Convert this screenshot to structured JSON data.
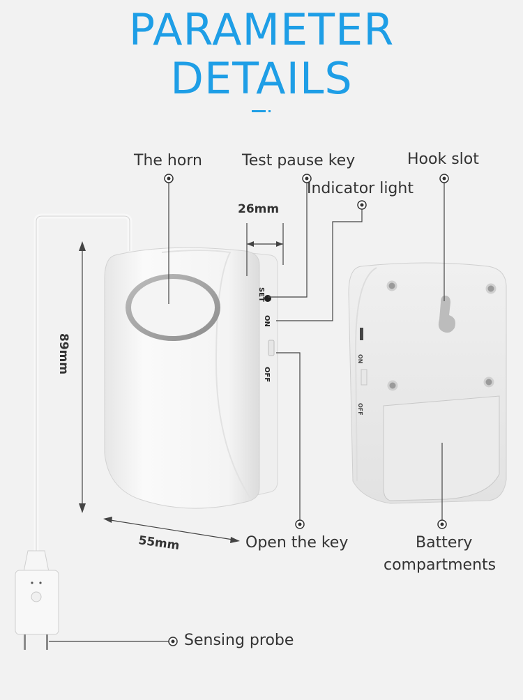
{
  "title": {
    "line1": "PARAMETER",
    "line2": "DETAILS"
  },
  "labels": {
    "horn": "The horn",
    "test_pause_key": "Test pause key",
    "hook_slot": "Hook slot",
    "indicator_light": "Indicator light",
    "open_key": "Open the key",
    "battery_line1": "Battery",
    "battery_line2": "compartments",
    "sensing_probe": "Sensing probe"
  },
  "dimensions": {
    "depth": "26mm",
    "height": "89mm",
    "width": "55mm"
  },
  "device_marks": {
    "set": "SET",
    "on": "ON",
    "off": "OFF"
  },
  "colors": {
    "accent": "#1e9ee6",
    "background": "#f2f2f2",
    "device": "#f7f7f7",
    "line": "#444444"
  }
}
